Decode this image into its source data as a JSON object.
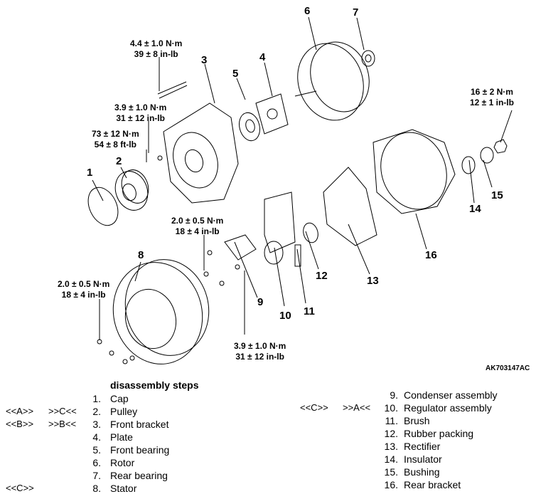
{
  "figure": {
    "id": "AK703147AC",
    "callouts": [
      "1",
      "2",
      "3",
      "4",
      "5",
      "6",
      "7",
      "8",
      "9",
      "10",
      "11",
      "12",
      "13",
      "14",
      "15",
      "16"
    ],
    "torques": [
      {
        "line1": "4.4 ± 1.0 N·m",
        "line2": "39 ± 8 in-lb"
      },
      {
        "line1": "3.9 ± 1.0 N·m",
        "line2": "31 ± 12 in-lb"
      },
      {
        "line1": "73 ± 12 N·m",
        "line2": "54 ± 8 ft-lb"
      },
      {
        "line1": "2.0 ± 0.5 N·m",
        "line2": "18 ± 4 in-lb"
      },
      {
        "line1": "2.0 ± 0.5 N·m",
        "line2": "18 ± 4 in-lb"
      },
      {
        "line1": "3.9 ± 1.0 N·m",
        "line2": "31 ± 12 in-lb"
      },
      {
        "line1": "16 ± 2 N·m",
        "line2": "12 ± 1 in-lb"
      }
    ]
  },
  "disassembly": {
    "title": "disassembly steps",
    "left_steps": [
      {
        "no": "1.",
        "name": "Cap",
        "tag_a": "",
        "tag_b": ""
      },
      {
        "no": "2.",
        "name": "Pulley",
        "tag_a": "<<A>>",
        "tag_b": ">>C<<"
      },
      {
        "no": "3.",
        "name": "Front bracket",
        "tag_a": "<<B>>",
        "tag_b": ">>B<<"
      },
      {
        "no": "4.",
        "name": "Plate",
        "tag_a": "",
        "tag_b": ""
      },
      {
        "no": "5.",
        "name": "Front bearing",
        "tag_a": "",
        "tag_b": ""
      },
      {
        "no": "6.",
        "name": "Rotor",
        "tag_a": "",
        "tag_b": ""
      },
      {
        "no": "7.",
        "name": "Rear bearing",
        "tag_a": "",
        "tag_b": ""
      },
      {
        "no": "8.",
        "name": "Stator",
        "tag_a": "<<C>>",
        "tag_b": ""
      }
    ],
    "right_steps": [
      {
        "no": "9.",
        "name": "Condenser assembly",
        "tag_a": "",
        "tag_b": ""
      },
      {
        "no": "10.",
        "name": "Regulator assembly",
        "tag_a": "<<C>>",
        "tag_b": ">>A<<"
      },
      {
        "no": "11.",
        "name": "Brush",
        "tag_a": "",
        "tag_b": ""
      },
      {
        "no": "12.",
        "name": "Rubber packing",
        "tag_a": "",
        "tag_b": ""
      },
      {
        "no": "13.",
        "name": "Rectifier",
        "tag_a": "",
        "tag_b": ""
      },
      {
        "no": "14.",
        "name": "Insulator",
        "tag_a": "",
        "tag_b": ""
      },
      {
        "no": "15.",
        "name": "Bushing",
        "tag_a": "",
        "tag_b": ""
      },
      {
        "no": "16.",
        "name": "Rear bracket",
        "tag_a": "",
        "tag_b": ""
      }
    ]
  }
}
